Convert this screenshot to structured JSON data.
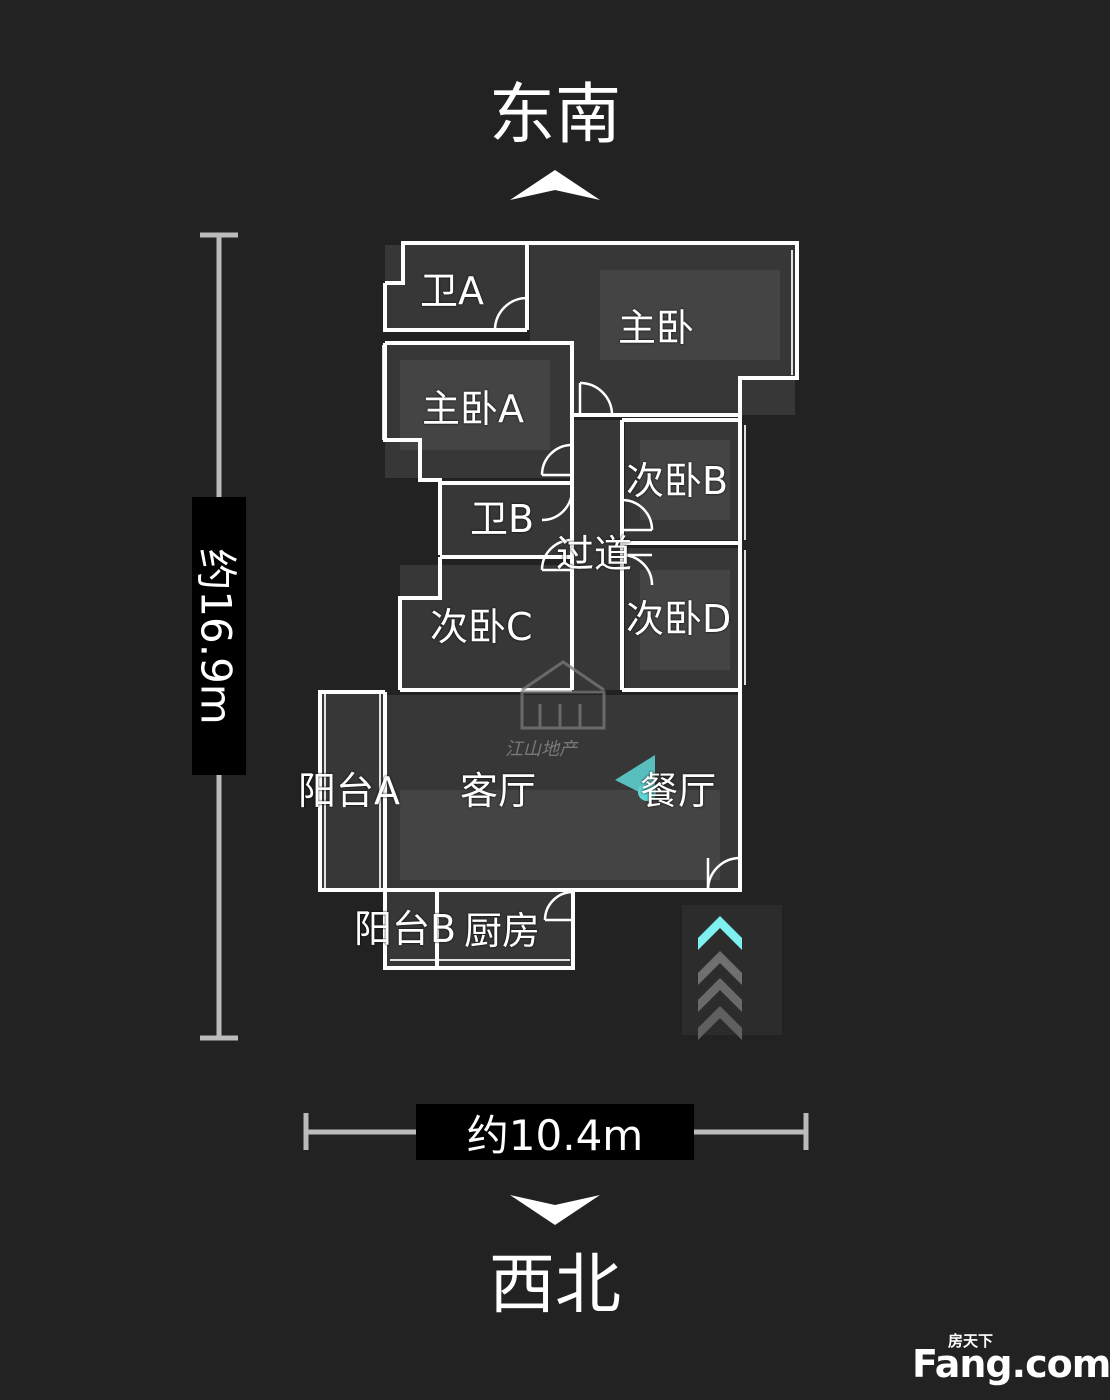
{
  "compass": {
    "top": "东南",
    "bottom": "西北"
  },
  "dimensions": {
    "width": "约10.4m",
    "height": "约16.9m"
  },
  "rooms": {
    "bath_a": "卫A",
    "master": "主卧",
    "master_a": "主卧A",
    "second_b": "次卧B",
    "bath_b": "卫B",
    "corridor": "过道",
    "second_c": "次卧C",
    "second_d": "次卧D",
    "balcony_a": "阳台A",
    "living": "客厅",
    "dining": "餐厅",
    "balcony_b": "阳台B",
    "kitchen": "厨房"
  },
  "watermark": "江山地产",
  "brand": {
    "cn": "房天下",
    "en": "Fang.com"
  },
  "colors": {
    "background": "#222222",
    "wall": "#ffffff",
    "dim_box": "#000000",
    "marker": "#5fd6d6"
  },
  "icons": {
    "north_arrow_up": "chevron-up-icon",
    "north_arrow_down": "chevron-down-icon",
    "entrance": "triple-chevron-up-icon",
    "viewpoint": "viewpoint-marker-icon"
  }
}
